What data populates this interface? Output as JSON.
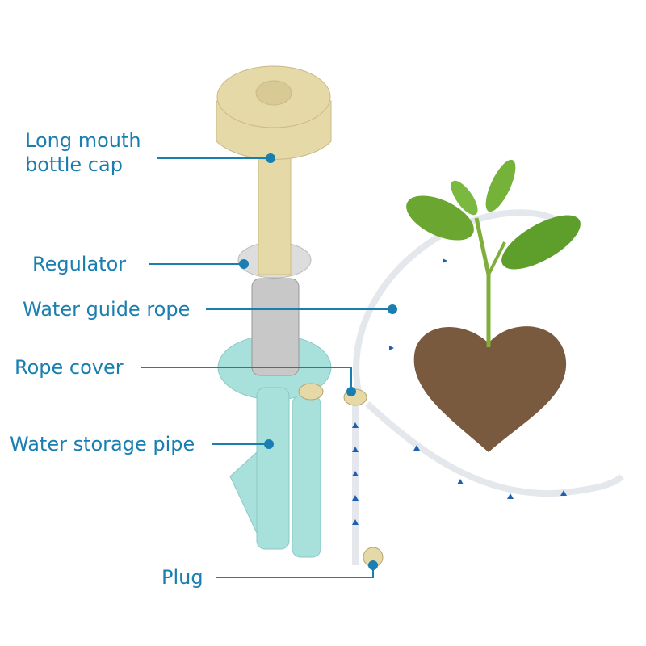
{
  "labels": {
    "cap_line1": "Long mouth",
    "cap_line2": "bottle cap",
    "regulator": "Regulator",
    "rope": "Water guide rope",
    "rope_cover": "Rope cover",
    "storage": "Water storage pipe",
    "plug": "Plug"
  },
  "colors": {
    "label": "#1a7fb0",
    "cap": "#e6d9a8",
    "pipe": "#a8e0dc",
    "arrow": "#1f5fb0"
  }
}
